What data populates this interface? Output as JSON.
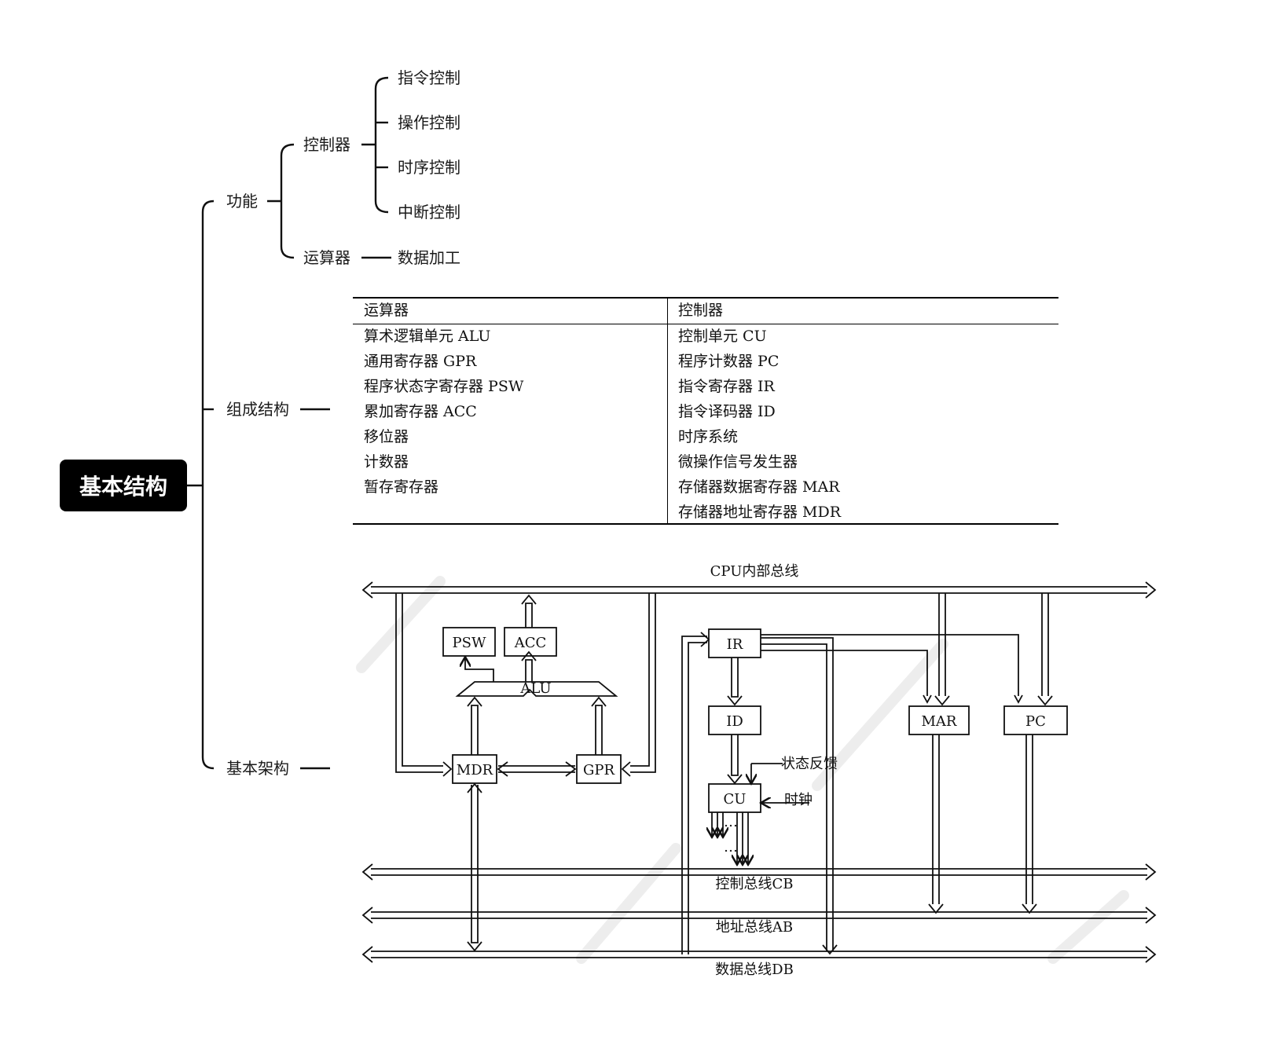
{
  "root": {
    "label": "基本结构"
  },
  "branches": {
    "function": {
      "label": "功能",
      "controller": {
        "label": "控制器",
        "items": [
          "指令控制",
          "操作控制",
          "时序控制",
          "中断控制"
        ]
      },
      "alu": {
        "label": "运算器",
        "item": "数据加工"
      }
    },
    "composition": {
      "label": "组成结构"
    },
    "architecture": {
      "label": "基本架构"
    }
  },
  "table": {
    "headers": [
      "运算器",
      "控制器"
    ],
    "left": [
      "算术逻辑单元 ALU",
      "通用寄存器 GPR",
      "程序状态字寄存器 PSW",
      "累加寄存器 ACC",
      "移位器",
      "计数器",
      "暂存寄存器"
    ],
    "right": [
      "控制单元 CU",
      "程序计数器 PC",
      "指令寄存器 IR",
      "指令译码器 ID",
      "时序系统",
      "微操作信号发生器",
      "存储器数据寄存器 MAR",
      "存储器地址寄存器 MDR"
    ]
  },
  "architecture_diagram": {
    "internal_bus": "CPU内部总线",
    "blocks": {
      "psw": "PSW",
      "acc": "ACC",
      "alu": "ALU",
      "mdr": "MDR",
      "gpr": "GPR",
      "ir": "IR",
      "id": "ID",
      "cu": "CU",
      "mar": "MAR",
      "pc": "PC"
    },
    "signals": {
      "status_feedback": "状态反馈",
      "clock": "时钟",
      "ellipsis": "…"
    },
    "buses": {
      "control": "控制总线CB",
      "address": "地址总线AB",
      "data": "数据总线DB"
    }
  }
}
